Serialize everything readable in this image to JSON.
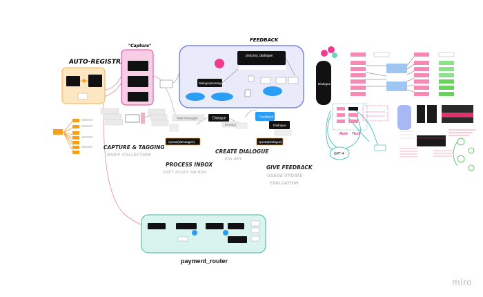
{
  "board": {
    "watermark": "miro",
    "colors": {
      "pink": "#ee3d8f",
      "feedback_blue": "#e9ebfb",
      "feedback_border": "#5b6ee1",
      "auto_reg_fill": "#fde7c2",
      "auto_reg_border": "#f4b24a",
      "payment_fill": "#d9f3ee",
      "payment_border": "#3bb59b",
      "accent_yellow": "#f6a01a",
      "accent_blue": "#2a9df4",
      "node_dark": "#111111"
    }
  },
  "sections": {
    "capture": {
      "title": "\"Capture\""
    },
    "feedback": {
      "title": "FEEDBACK",
      "process_label": "process_dialogue",
      "dialogue_label": "Dialogue(messages)"
    },
    "auto_registration": {
      "title": "AUTO-REGISTRATION"
    },
    "capture_tagging": {
      "title": "CAPTURE & TAGGING",
      "subtitle": "BREIF COLLECTION"
    },
    "process_inbox": {
      "title": "PROCESS INBOX",
      "subtitle": "SOFT RESET AN BOX",
      "node_label": "Quota(Messages)",
      "raw_label": "Raw Messages"
    },
    "create_dialogue": {
      "title": "CREATE DIALOGUE",
      "subtitle": "VIA API",
      "node_label": "Dialogue",
      "msg_label": "Message"
    },
    "give_feedback": {
      "title": "GIVE FEEDBACK",
      "subtitle": "USAGE UPDATE",
      "subtitle2": "EVALUATION",
      "feedback_label": "Feedback",
      "dialogue_label": "Dialogue",
      "quota_label": "Quota(Dialogue)"
    },
    "payment_router": {
      "title": "payment_router"
    },
    "right": {
      "dialogue_label": "Dialogue",
      "gpt_label": "GPT-4",
      "role_label": "Role",
      "text_label": "Text"
    }
  }
}
